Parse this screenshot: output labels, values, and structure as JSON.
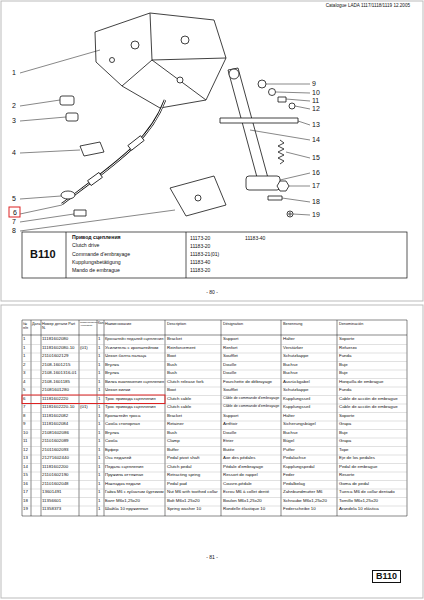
{
  "diagram": {
    "labels": [
      "Catalogue LADA 1117/1118/1119 12.2005",
      "1",
      "2",
      "3",
      "4",
      "5",
      "6",
      "7",
      "8",
      "9",
      "10",
      "11",
      "12",
      "13",
      "14",
      "15",
      "16",
      "17",
      "18",
      "19",
      "B110",
      "Привод сцепления",
      "Clutch drive",
      "Commande d'embrayage",
      "Kupplungsbetätigung",
      "Mando de embrague",
      "11173-20",
      "11183-40",
      "11183-20",
      "11183-21(01)",
      "11183-40",
      "11183-20",
      "- 80 -",
      "№ п/п",
      "Дата",
      "Номер детали Part N.",
      "Применяемость Applicability",
      "Кол.",
      "Наименование",
      "Description",
      "Désignation",
      "Benennung",
      "Denominación",
      "1",
      "11181602080",
      "1",
      "Кронштейн педалей сцепления",
      "Bracket",
      "Support",
      "Halter",
      "Soporte",
      "1",
      "11181602080-10",
      "1",
      "Усилитель с кронштейном",
      "Reinforcement",
      "Renfort",
      "Verstärker",
      "Refuerzo",
      "1",
      "21101602129",
      "1",
      "Чехол болта пальца",
      "Boot",
      "Soufflet",
      "Schutzkappe",
      "Funda",
      "2",
      "2108-1601215",
      "1",
      "Втулка",
      "Bush",
      "Douille",
      "Buchse",
      "Buje",
      "3",
      "2108-1601316-01",
      "1",
      "Втулка",
      "Bush",
      "Douille",
      "Buchse",
      "Buje",
      "4",
      "2108-1601185",
      "1",
      "Вилка выключения сцепления",
      "Clutch release fork",
      "Fourchette de débrayage",
      "Ausrückgabel",
      "Horquilla de embrague",
      "5",
      "21081601280",
      "1",
      "Чехол вилки",
      "Boot",
      "Soufflet",
      "Schutzkappe",
      "Funda",
      "6",
      "11181602220",
      "1",
      "Трос привода сцепления",
      "Clutch cable",
      "Câble de commande d'embrayage",
      "Kupplungsseil",
      "Cable de acción de embrague",
      "7",
      "11181602220-10",
      "1",
      "Трос привода сцепления",
      "Clutch cable",
      "Câble de commande d'embrayage",
      "Kupplungsseil",
      "Cable de acción de embrague",
      "8",
      "11181602082",
      "1",
      "Кронштейн троса",
      "Bracket",
      "Support",
      "Halter",
      "Soporte",
      "9",
      "11181602084",
      "1",
      "Скоба стопорная",
      "Retainer",
      "Arrêtoir",
      "Sicherungsbügel",
      "Grapa",
      "10",
      "21081602086",
      "1",
      "Втулка",
      "Bush",
      "Douille",
      "Buchse",
      "Buje",
      "11",
      "21101602089",
      "1",
      "Скоба",
      "Clamp",
      "Etrier",
      "Bügel",
      "Grapa",
      "12",
      "21011602093",
      "1",
      "Буфер",
      "Buffer",
      "Butée",
      "Puffer",
      "Tope",
      "13",
      "21271602440",
      "1",
      "Ось педалей",
      "Pedal pivot shaft",
      "Axe des pédales",
      "Pedalachse",
      "Eje de los pedales",
      "14",
      "11181602200",
      "1",
      "Педаль сцепления",
      "Clutch pedal",
      "Pédale d'embrayage",
      "Kupplungspedal",
      "Pedal de embrague",
      "15",
      "21101602190",
      "1",
      "Пружина оттяжная",
      "Retracting spring",
      "Ressort de rappel",
      "Feder",
      "Resorte",
      "16",
      "21101602048",
      "1",
      "Накладка педали",
      "Pedal pad",
      "Couvre-pédale",
      "Pedalbelag",
      "Goma de pedal",
      "17",
      "13601491",
      "1",
      "Гайка М6 с зубчатым буртиком",
      "Nut M6 with toothed collar",
      "Ecrou M6 à collet denté",
      "Zahnbundmutter M6",
      "Tuerca M6 de collar dentado",
      "18",
      "11356601",
      "1",
      "Болт М6х1,25х20",
      "Bolt M6x1.25x20",
      "Boulon M6x1,25x20",
      "Schraube M6x1,25x20",
      "Tornillo M6x1,25x20",
      "19",
      "11358373",
      "1",
      "Шайба 10 пружинная",
      "Spring washer 10",
      "Rondelle élastique 10",
      "Federscheibe 10",
      "Arandela 10 elástica",
      "(01)",
      "(01)",
      "- 81 -",
      "B110"
    ]
  }
}
